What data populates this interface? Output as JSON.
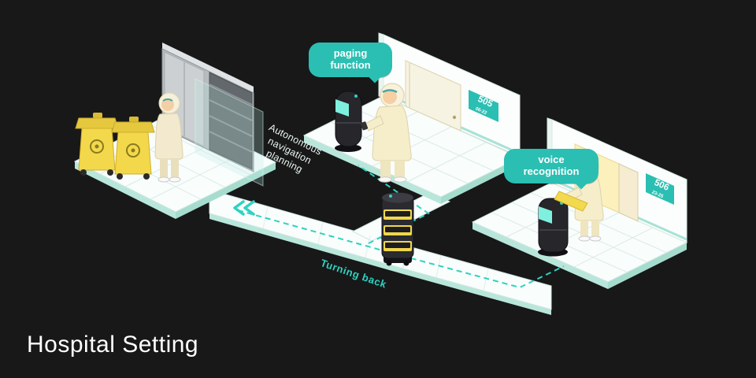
{
  "title": "Hospital Setting",
  "bubbles": {
    "paging": {
      "line1": "paging",
      "line2": "function"
    },
    "voice": {
      "line1": "voice",
      "line2": "recognition"
    }
  },
  "rooms": {
    "r505": {
      "number": "505",
      "range": "06-22"
    },
    "r506": {
      "number": "506",
      "range": "23-25"
    }
  },
  "paths": {
    "autonomous": {
      "line1": "Autonomous",
      "line2": "navigation",
      "line3": "planning"
    },
    "turning_back": "Turning back"
  },
  "colors": {
    "background": "#181818",
    "accent_teal": "#2abfb2",
    "dashed_path": "#2fd1c0",
    "floor": "#f9fdfc",
    "floor_side": "#b9e6da",
    "bin_yellow": "#f3d84b",
    "suit_cream": "#f6eecb",
    "robot_body": "#26262b",
    "robot_screen": "#7ff0df"
  }
}
